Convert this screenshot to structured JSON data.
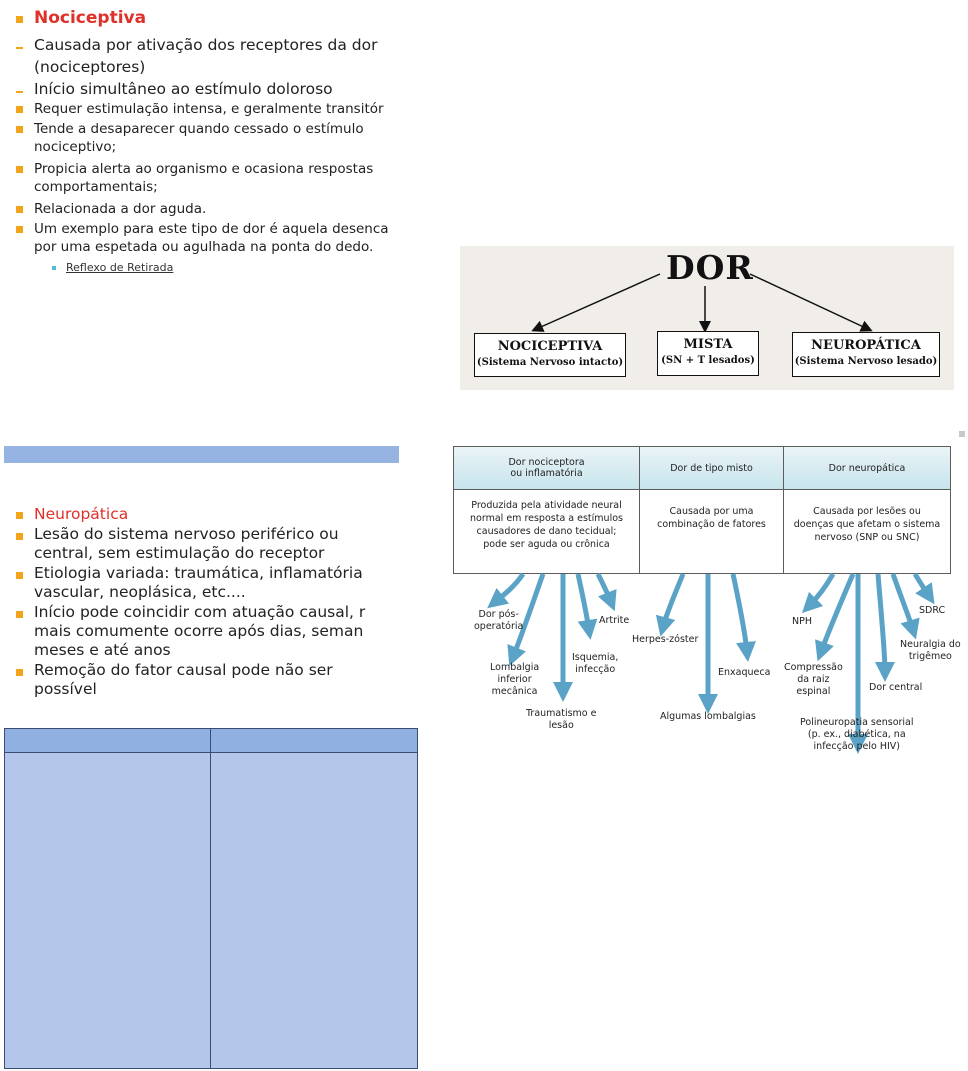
{
  "nociceptiva": {
    "title": "Nociceptiva",
    "items": [
      "Causada por ativação dos receptores da dor",
      "(nociceptores)",
      "Início simultâneo ao estímulo doloroso",
      "Requer estimulação intensa, e geralmente transitór",
      "Tende a desaparecer quando cessado o estímulo",
      "nociceptivo;",
      "Propicia alerta ao organismo e ocasiona respostas",
      "comportamentais;",
      "Relacionada a dor aguda.",
      "Um exemplo para este tipo de dor é aquela desenca",
      "por uma espetada ou agulhada na ponta do dedo."
    ],
    "sub_link": "Reflexo de Retirada"
  },
  "dor_diagram": {
    "title": "DOR",
    "boxes": [
      {
        "label": "NOCICEPTIVA",
        "sub": "(Sistema Nervoso intacto)"
      },
      {
        "label": "MISTA",
        "sub": "(SN + T lesados)"
      },
      {
        "label": "NEUROPÁTICA",
        "sub": "(Sistema Nervoso lesado)"
      }
    ]
  },
  "neuropatica": {
    "title": "Neuropática",
    "items": [
      "Lesão do sistema nervoso periférico ou",
      "central, sem estimulação do receptor",
      "Etiologia variada: traumática, inflamatória",
      "vascular, neoplásica, etc....",
      "Início pode coincidir com atuação causal, r",
      "mais comumente ocorre após dias, seman",
      "meses e até anos",
      "Remoção do fator causal pode não ser",
      "possível"
    ]
  },
  "pain_types": {
    "columns": [
      {
        "header_1": "Dor nociceptora",
        "header_2": "ou inflamatória",
        "body": [
          "Produzida pela atividade neural",
          "normal em resposta a estímulos",
          "causadores de dano tecidual;",
          "pode ser aguda ou crônica"
        ]
      },
      {
        "header_1": "Dor de tipo misto",
        "header_2": "",
        "body": [
          "Causada por uma",
          "combinação de fatores"
        ]
      },
      {
        "header_1": "Dor neuropática",
        "header_2": "",
        "body": [
          "Causada por lesões ou",
          "doenças que afetam o sistema",
          "nervoso (SNP ou SNC)"
        ]
      }
    ],
    "examples": {
      "dor_pos": [
        "Dor pós-",
        "operatória"
      ],
      "artrite": "Artrite",
      "lombalgia": [
        "Lombalgia",
        "inferior",
        "mecânica"
      ],
      "isquemia": [
        "Isquemia,",
        "infecção"
      ],
      "traumatismo": [
        "Traumatismo e",
        "lesão"
      ],
      "herpes": "Herpes-zóster",
      "enxaqueca": "Enxaqueca",
      "algumas": "Algumas lombalgias",
      "nph": "NPH",
      "sdrc": "SDRC",
      "compressao": [
        "Compressão",
        "da raiz",
        "espinal"
      ],
      "neuralgia": [
        "Neuralgia do",
        "trigêmeo"
      ],
      "dor_central": "Dor central",
      "polineuropatia": [
        "Polineuropatia sensorial",
        "(p. ex., diabética, na",
        "infecção pelo HIV)"
      ]
    }
  },
  "colors": {
    "bullet": "#f2a51a",
    "title_red": "#e0302a",
    "table_fill": "#b4c6ea",
    "table_header": "#8fb0e0",
    "arrow": "#5aa3c6"
  }
}
